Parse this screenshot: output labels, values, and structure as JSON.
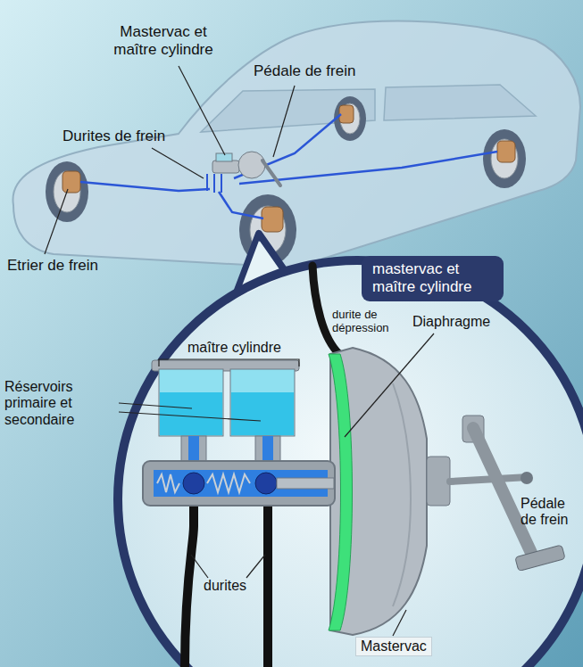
{
  "diagram": {
    "nodes": [
      {
        "text": [
          "mastervac et maître cylindre"
        ]
      }
    ],
    "labels": [
      "Mastervac et maître cylindre",
      "Pédale de frein",
      "Durites de frein",
      "Etrier de frein",
      "maître cylindre",
      "durite de dépression",
      "Diaphragme",
      "Réservoirs primaire et secondaire",
      "durites",
      "Pédale de frein",
      "Mastervac"
    ]
  }
}
